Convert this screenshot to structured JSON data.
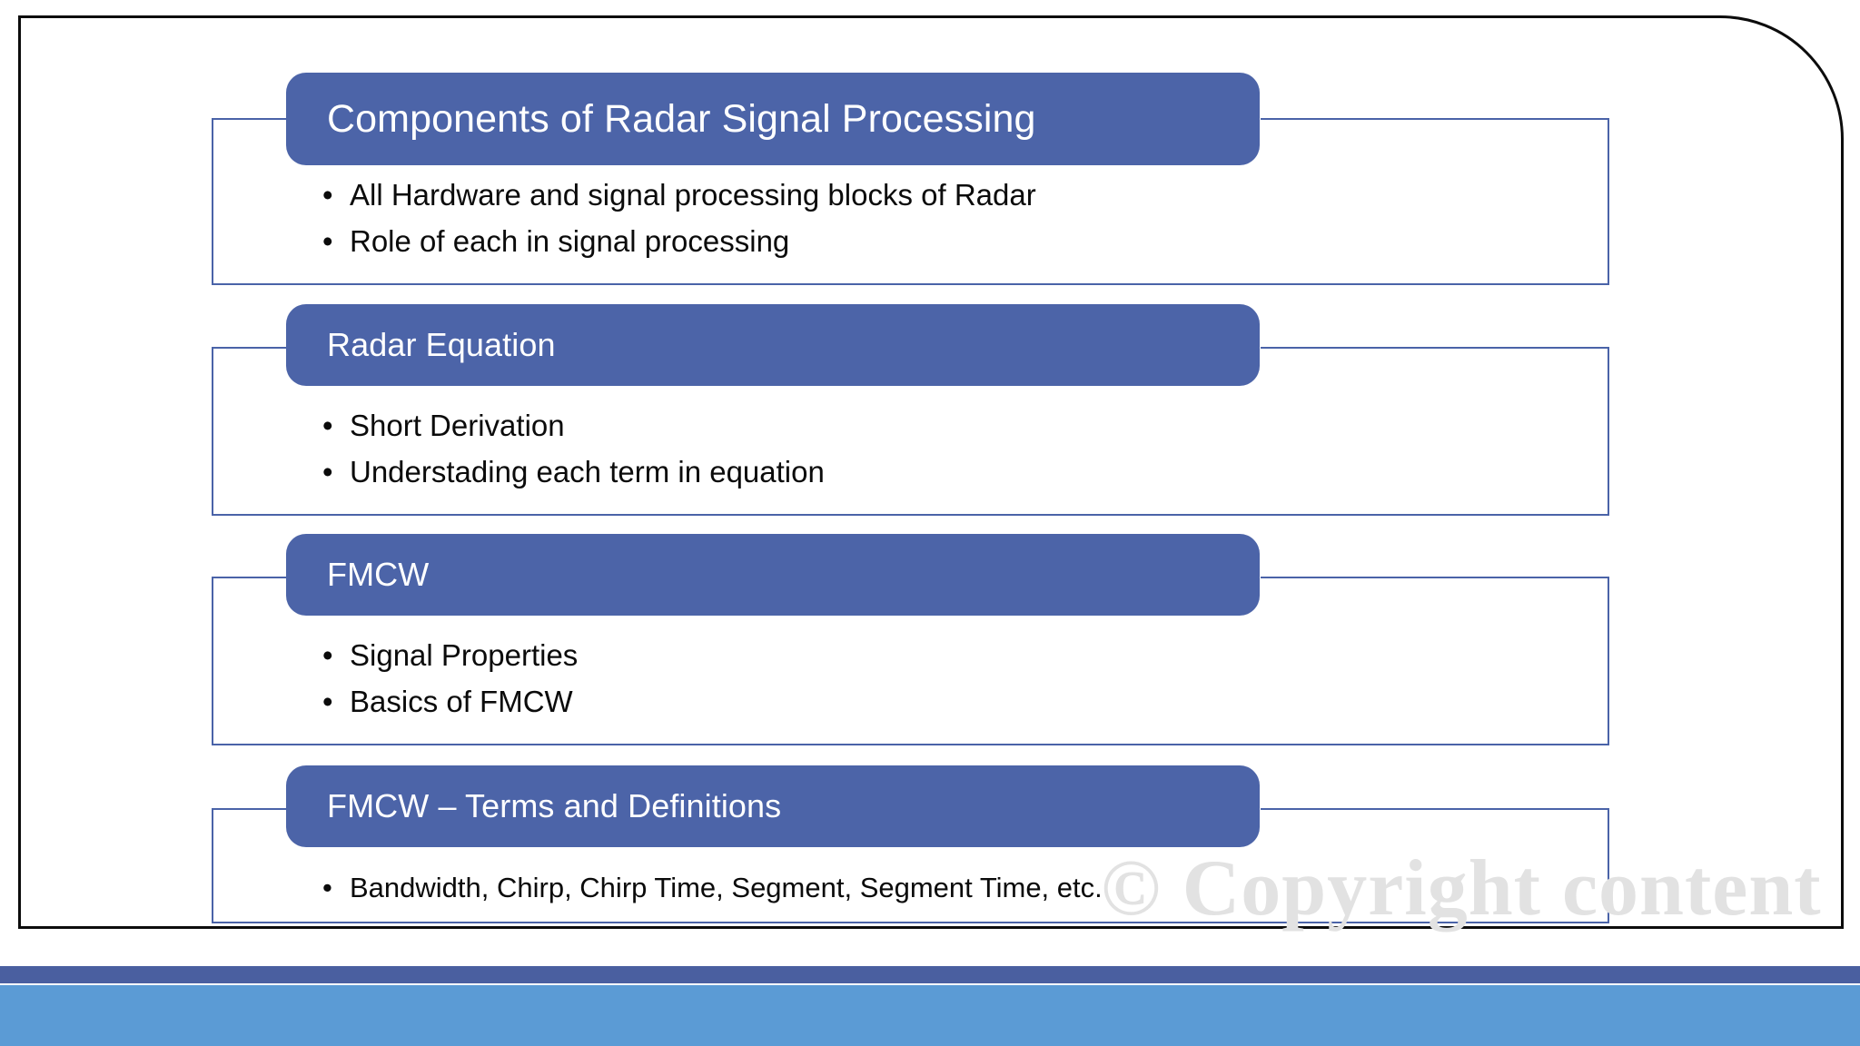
{
  "slide": {
    "frame_color": "#0c0c0c",
    "accent_color": "#4c64a8",
    "outline_color": "#4a63a8",
    "bottom_bar_dark": "#4a5fa0",
    "bottom_bar_light": "#5b9bd5",
    "watermark": "© Copyright content"
  },
  "sections": [
    {
      "title": "Components of Radar Signal Processing",
      "bullets": [
        "All Hardware and signal processing blocks of Radar",
        "Role of each in signal processing"
      ]
    },
    {
      "title": "Radar Equation",
      "bullets": [
        "Short Derivation",
        "Understading each term in equation"
      ]
    },
    {
      "title": "FMCW",
      "bullets": [
        "Signal Properties",
        "Basics of FMCW"
      ]
    },
    {
      "title": "FMCW – Terms and Definitions",
      "bullets": [
        "Bandwidth, Chirp, Chirp Time, Segment, Segment Time, etc."
      ]
    }
  ]
}
